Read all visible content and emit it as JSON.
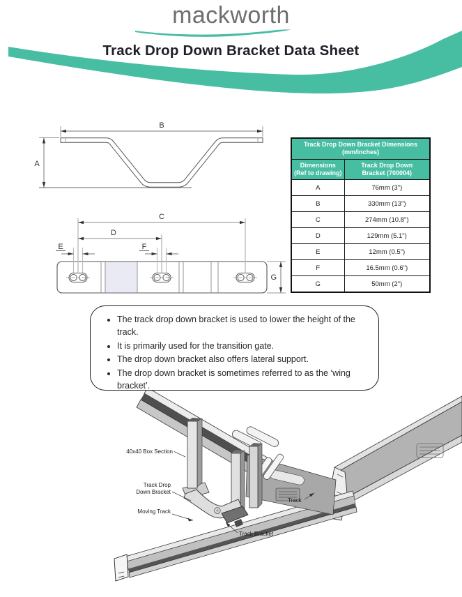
{
  "logo": {
    "text": "mackworth"
  },
  "title": "Track Drop Down Bracket Data Sheet",
  "colors": {
    "teal": "#47BDA2",
    "logo_gray": "#6E6E73",
    "title_dark": "#20202A"
  },
  "profile_drawing": {
    "dim_a": "A",
    "dim_b": "B"
  },
  "plan_drawing": {
    "dim_c": "C",
    "dim_d": "D",
    "dim_e": "E",
    "dim_f": "F",
    "dim_g": "G"
  },
  "dimensions_table": {
    "title_line1": "Track Drop Down Bracket Dimensions",
    "title_line2": "(mm/inches)",
    "col1_line1": "Dimensions",
    "col1_line2": "(Ref to drawing)",
    "col2_line1": "Track Drop Down",
    "col2_line2": "Bracket (700004)",
    "rows": [
      {
        "ref": "A",
        "value": "76mm (3\")"
      },
      {
        "ref": "B",
        "value": "330mm (13\")"
      },
      {
        "ref": "C",
        "value": "274mm (10.8\")"
      },
      {
        "ref": "D",
        "value": "129mm (5.1\")"
      },
      {
        "ref": "E",
        "value": "12mm (0.5\")"
      },
      {
        "ref": "F",
        "value": "16.5mm (0.6\")"
      },
      {
        "ref": "G",
        "value": "50mm (2\")"
      }
    ]
  },
  "notes": {
    "bullets": [
      "The track drop down bracket is used to lower the height of the track.",
      "It is primarily used for the transition gate.",
      "The drop down bracket also offers lateral support.",
      "The drop down bracket is sometimes referred to as the ‘wing bracket’."
    ]
  },
  "illustration": {
    "labels": {
      "box_section": "40x40 Box Section",
      "drop_bracket_line1": "Track Drop",
      "drop_bracket_line2": "Down Bracket",
      "moving_track": "Moving Track",
      "track_bracket": "Track Bracket",
      "track": "Track"
    }
  }
}
